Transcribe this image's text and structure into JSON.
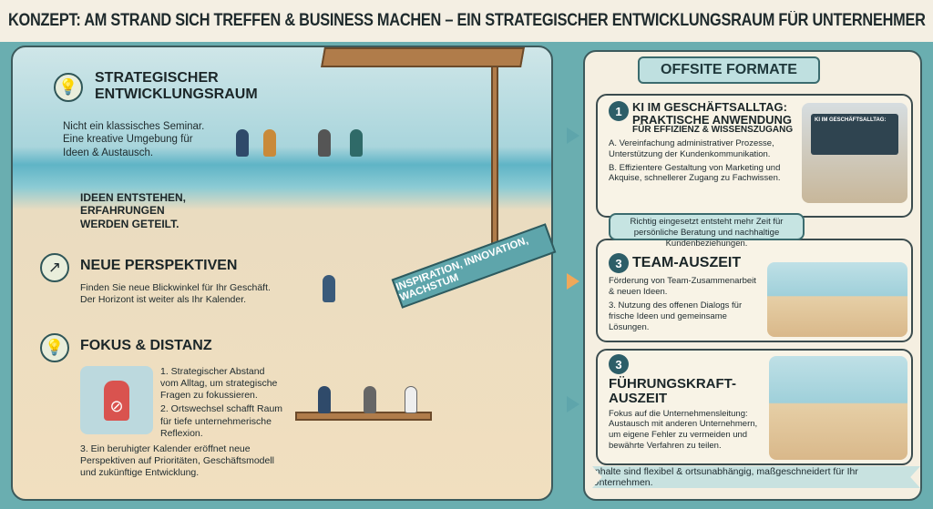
{
  "title": "KONZEPT: AM STRAND SICH TREFFEN & BUSINESS MACHEN – EIN STRATEGISCHER ENTWICKLUNGSRAUM FÜR UNTERNEHMER",
  "left": {
    "section1": {
      "heading_line1": "STRATEGISCHER",
      "heading_line2": "ENTWICKLUNGSRAUM",
      "text_line1": "Nicht ein klassisches Seminar.",
      "text_line2": "Eine kreative Umgebung für",
      "text_line3": "Ideen & Austausch.",
      "icon": "lightbulb-icon"
    },
    "highlight": {
      "line1": "IDEEN ENTSTEHEN,",
      "line2": "ERFAHRUNGEN",
      "line3": "WERDEN GETEILT."
    },
    "section2": {
      "heading": "NEUE PERSPEKTIVEN",
      "text_line1": "Finden Sie neue Blickwinkel für Ihr Geschäft.",
      "text_line2": "Der Horizont ist weiter als Ihr Kalender.",
      "icon": "growth-arrow-icon"
    },
    "section3": {
      "heading": "FOKUS & DISTANZ",
      "icon": "lightbulb-icon",
      "items": [
        "1. Strategischer Abstand vom Alltag, um strategische Fragen zu fokussieren.",
        "2. Ortswechsel schafft Raum für tiefe unternehmerische Reflexion.",
        "3. Ein beruhigter Kalender eröffnet neue Perspektiven auf Prioritäten, Geschäftsmodell und zukünftige Entwicklung."
      ]
    }
  },
  "ribbon": "INSPIRATION, INNOVATION, WACHSTUM",
  "right": {
    "header": "OFFSITE FORMATE",
    "cards": [
      {
        "number": "1",
        "title_line1": "KI IM GESCHÄFTSALLTAG:",
        "title_line2": "PRAKTISCHE ANWENDUNG",
        "subtitle": "FÜR EFFIZIENZ & WISSENSZUGANG",
        "items": [
          "A. Vereinfachung administrativer Prozesse, Unterstützung der Kundenkommunikation.",
          "B. Effizientere Gestaltung von Marketing und Akquise, schnellerer Zugang zu Fachwissen."
        ],
        "screen_label": "KI IM GESCHÄFTSALLTAG:"
      },
      {
        "number": "3",
        "title": "TEAM-AUSZEIT",
        "items": [
          "Förderung von Team-Zusammenarbeit & neuen Ideen.",
          "3. Nutzung des offenen Dialogs für frische Ideen und gemeinsame Lösungen."
        ]
      },
      {
        "number": "3",
        "title_line1": "FÜHRUNGSKRAFT-",
        "title_line2": "AUSZEIT",
        "text": "Fokus auf die Unternehmensleitung: Austausch mit anderen Unternehmern, um eigene Fehler zu vermeiden und bewährte Verfahren zu teilen."
      }
    ],
    "callout": "Richtig eingesetzt entsteht mehr Zeit für persönliche Beratung und nachhaltige Kundenbeziehungen.",
    "footer": "Inhalte sind flexibel & ortsunabhängig, maßgeschneidert für Ihr Unternehmen."
  },
  "colors": {
    "background": "#6aaeb0",
    "panel": "#f5efe1",
    "accent": "#2d5e68",
    "arrow_orange": "#f0a85a"
  }
}
